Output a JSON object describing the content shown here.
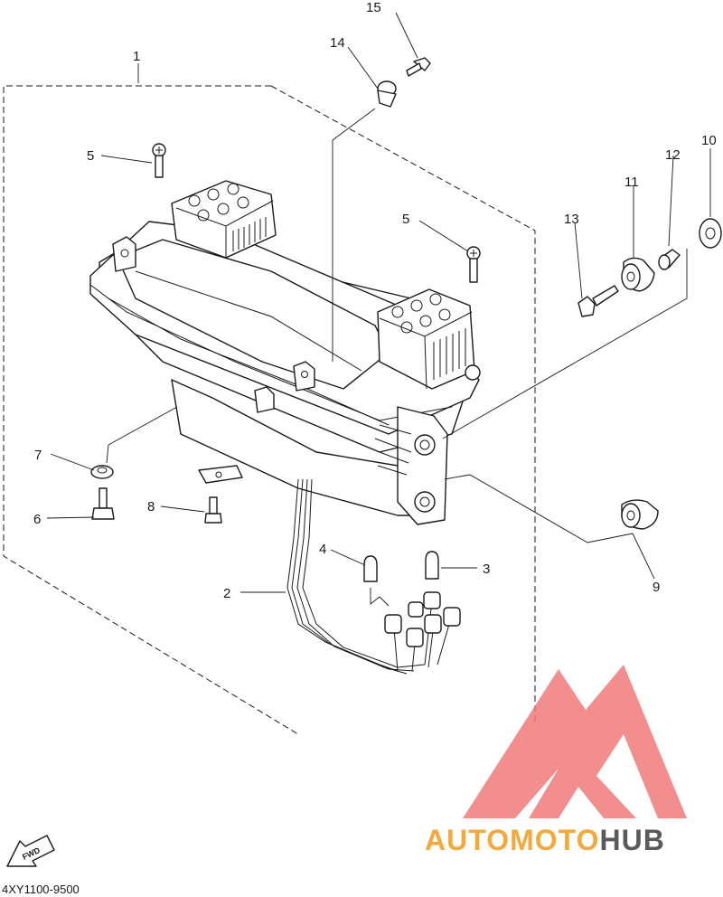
{
  "diagram": {
    "drawing_code": "4XY1100-9500",
    "fwd_label": "FWD",
    "callouts": [
      {
        "id": "c1",
        "number": "1"
      },
      {
        "id": "c2",
        "number": "2"
      },
      {
        "id": "c3",
        "number": "3"
      },
      {
        "id": "c4",
        "number": "4"
      },
      {
        "id": "c5a",
        "number": "5"
      },
      {
        "id": "c5b",
        "number": "5"
      },
      {
        "id": "c6",
        "number": "6"
      },
      {
        "id": "c7",
        "number": "7"
      },
      {
        "id": "c8",
        "number": "8"
      },
      {
        "id": "c9",
        "number": "9"
      },
      {
        "id": "c10",
        "number": "10"
      },
      {
        "id": "c11",
        "number": "11"
      },
      {
        "id": "c12",
        "number": "12"
      },
      {
        "id": "c13",
        "number": "13"
      },
      {
        "id": "c14",
        "number": "14"
      },
      {
        "id": "c15",
        "number": "15"
      }
    ]
  },
  "watermark": {
    "word_part1": "AUTOMOTO",
    "word_part2": "HUB",
    "color_light": "#f3a93c",
    "color_main": "#f07a7a",
    "color_dark": "#5a5a5a"
  }
}
